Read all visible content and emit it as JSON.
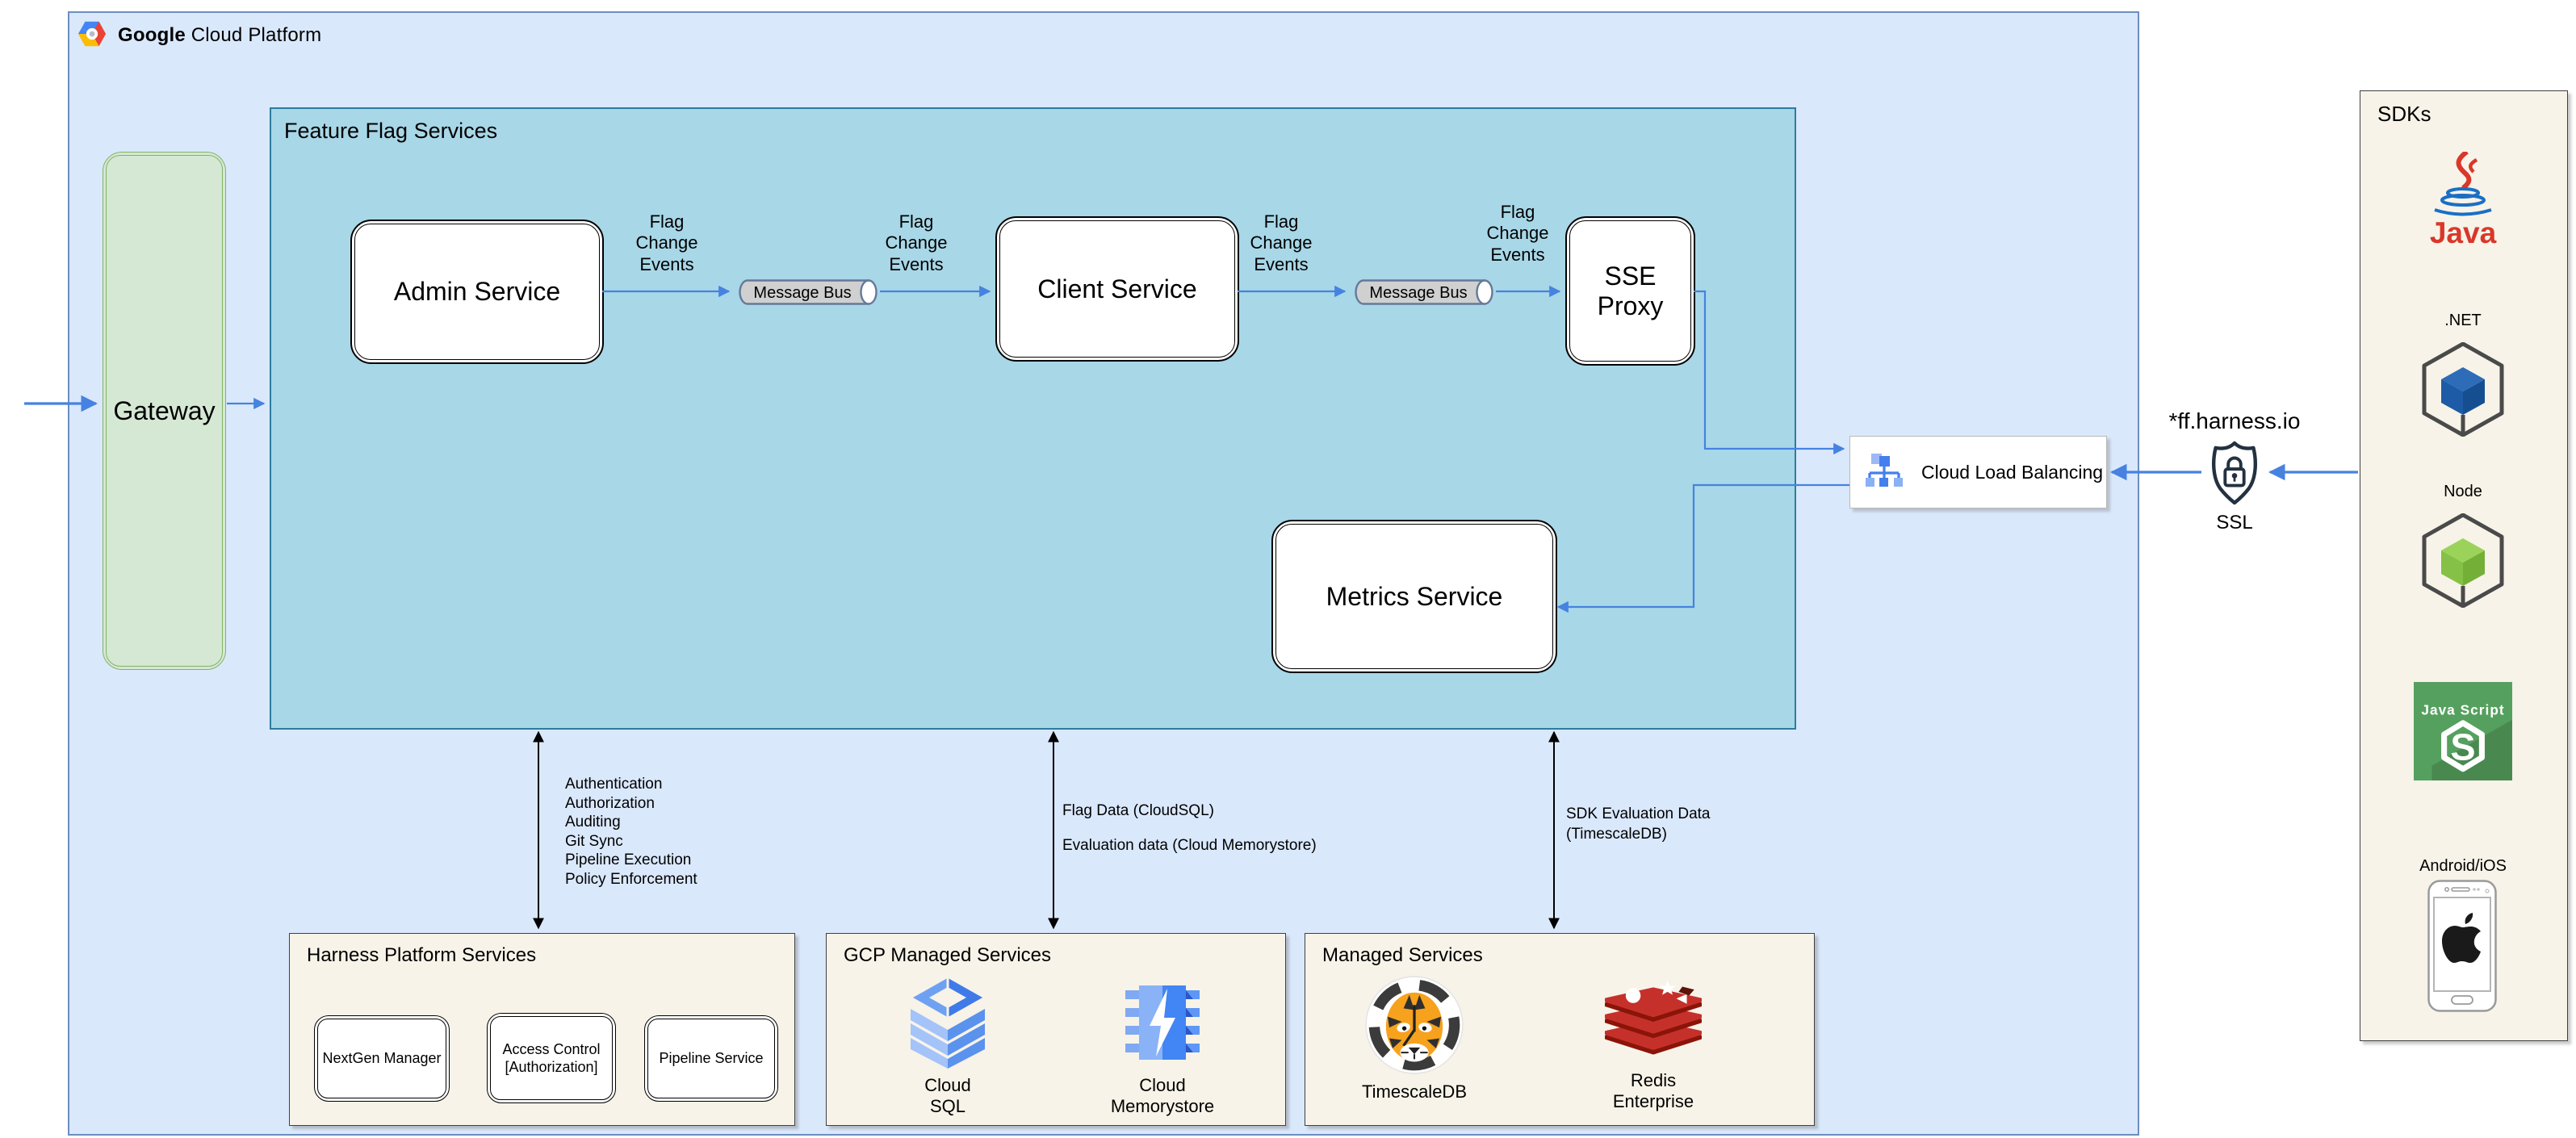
{
  "header": {
    "brand_bold": "Google",
    "brand_rest": " Cloud Platform"
  },
  "gateway": {
    "label": "Gateway"
  },
  "ffs": {
    "title": "Feature Flag Services",
    "admin": "Admin Service",
    "client": "Client Service",
    "sse": "SSE\nProxy",
    "metrics": "Metrics Service",
    "bus1": "Message Bus",
    "bus2": "Message Bus",
    "flag_change": "Flag\nChange\nEvents"
  },
  "clb": {
    "label": "Cloud Load Balancing"
  },
  "ssl": {
    "domain": "*ff.harness.io",
    "label": "SSL"
  },
  "sdks": {
    "title": "SDKs",
    "java_label": "Java",
    "dotnet_label": ".NET",
    "node_label": "Node",
    "js_label": "Java Script",
    "js_s": "S",
    "mobile_label": "Android/iOS"
  },
  "edge_labels": {
    "platform": "Authentication\nAuthorization\nAuditing\nGit Sync\nPipeline Execution\nPolicy Enforcement",
    "gcp_line1": "Flag Data (CloudSQL)",
    "gcp_line2": "Evaluation data (Cloud Memorystore)",
    "managed": "SDK Evaluation Data\n(TimescaleDB)"
  },
  "platform_services": {
    "title": "Harness Platform Services",
    "items": [
      {
        "label": "NextGen Manager"
      },
      {
        "label": "Access Control\n[Authorization]"
      },
      {
        "label": "Pipeline Service"
      }
    ]
  },
  "gcp_services": {
    "title": "GCP Managed Services",
    "items": [
      {
        "label": "Cloud\nSQL"
      },
      {
        "label": "Cloud\nMemorystore"
      }
    ]
  },
  "managed_services": {
    "title": "Managed Services",
    "items": [
      {
        "label": "TimescaleDB"
      },
      {
        "label": "Redis\nEnterprise"
      }
    ]
  },
  "colors": {
    "arrow_blue": "#4682e0",
    "gcp_blue": "#4285f4",
    "container_blue": "#dae8fc",
    "ffs_teal": "#a8d7e7",
    "gateway_green": "#d5e8d4",
    "panel_beige": "#f7f3e8",
    "redis_red": "#c6302b",
    "java_red": "#d9372b"
  }
}
